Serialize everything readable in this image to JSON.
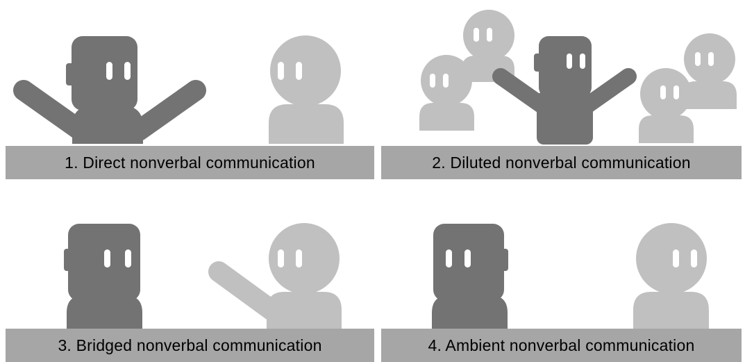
{
  "colors": {
    "robot": "#737373",
    "human": "#c0c0c0",
    "eyes": "#ffffff",
    "caption_bar": "#a6a6a6",
    "caption_text": "#000000",
    "background": "#ffffff"
  },
  "panels": [
    {
      "caption": "1. Direct nonverbal communication"
    },
    {
      "caption": "2. Diluted nonverbal communication"
    },
    {
      "caption": "3. Bridged nonverbal communication"
    },
    {
      "caption": "4. Ambient nonverbal communication"
    }
  ]
}
